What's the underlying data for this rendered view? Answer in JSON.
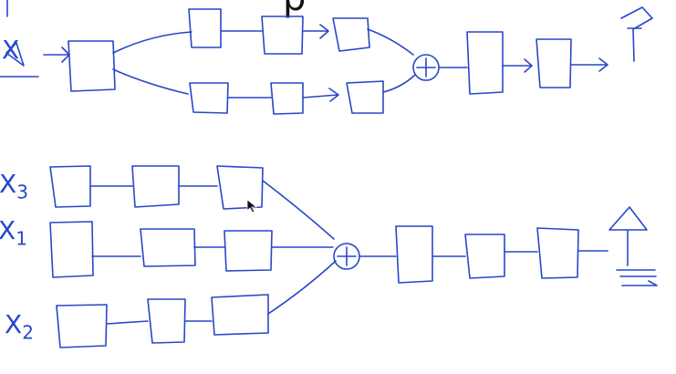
{
  "header_fragment": "p",
  "ink_color": "#2747c8",
  "labels": {
    "x_top": "X",
    "x3": {
      "base": "X",
      "sub": "3"
    },
    "x1": {
      "base": "X",
      "sub": "1"
    },
    "x2": {
      "base": "X",
      "sub": "2"
    }
  },
  "icons": {
    "sum_top": "sum-icon",
    "sum_bottom": "sum-icon",
    "cursor": "cursor-icon"
  }
}
